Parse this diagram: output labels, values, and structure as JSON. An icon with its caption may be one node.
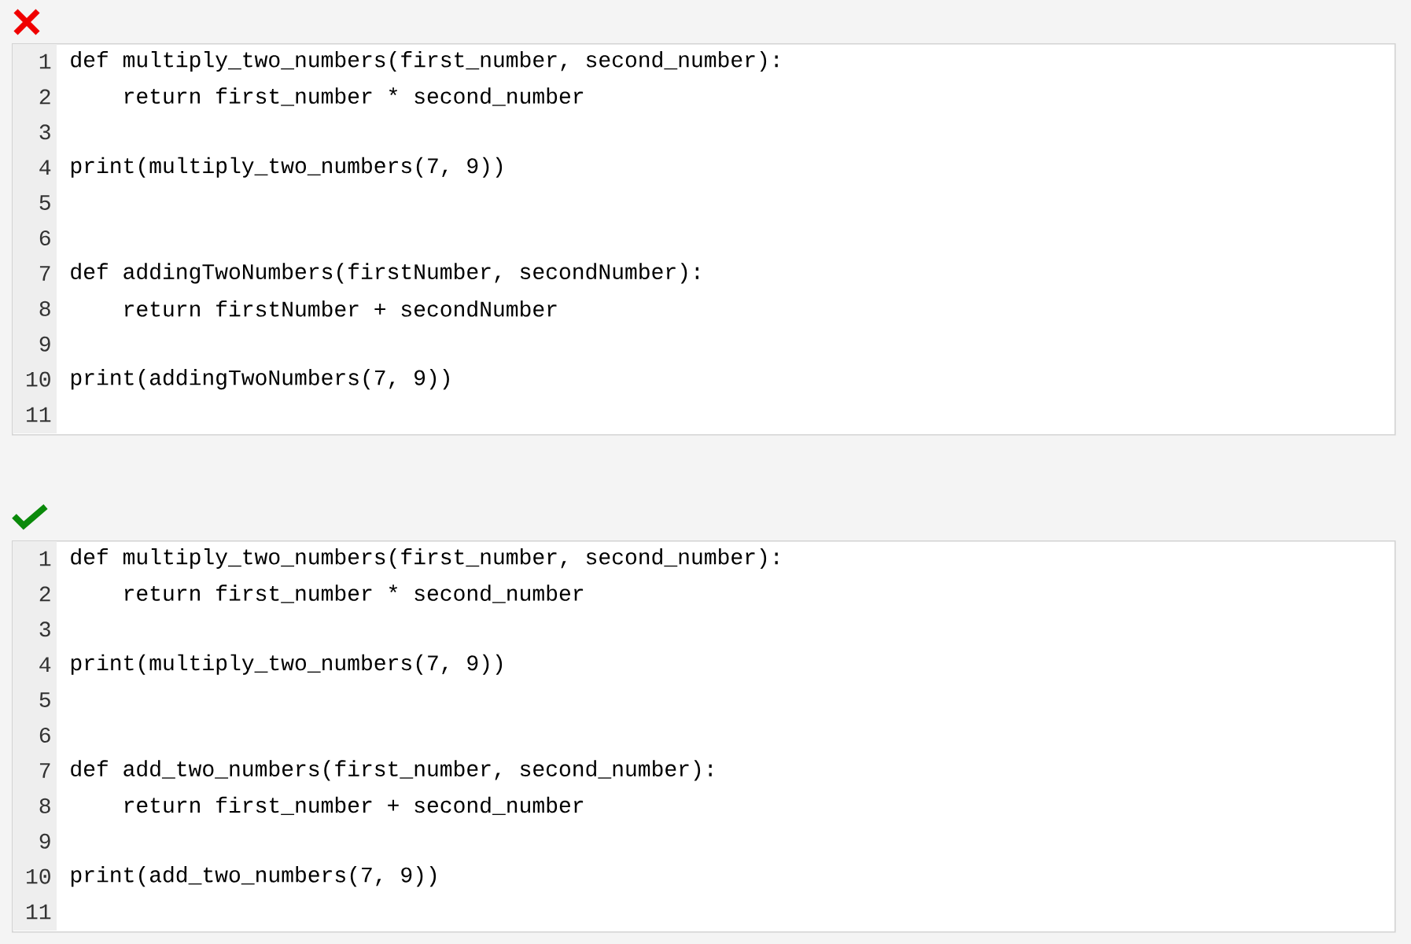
{
  "diagram": {
    "nodes": [
      {
        "text": [
          "def multiply_two_numbers(first_number, second_number):",
          "return first_number * second_number",
          "print(multiply_two_numbers(7, 9))",
          "def addingTwoNumbers(firstNumber, secondNumber):",
          "return firstNumber + secondNumber",
          "print(addingTwoNumbers(7, 9))"
        ]
      },
      {
        "text": [
          "def multiply_two_numbers(first_number, second_number):",
          "return first_number * second_number",
          "print(multiply_two_numbers(7, 9))",
          "def add_two_numbers(first_number, second_number):",
          "return first_number + second_number",
          "print(add_two_numbers(7, 9))"
        ]
      }
    ],
    "labels": [
      "1",
      "2",
      "3",
      "4",
      "5",
      "6",
      "7",
      "8",
      "9",
      "10",
      "11",
      "1",
      "2",
      "3",
      "4",
      "5",
      "6",
      "7",
      "8",
      "9",
      "10",
      "11"
    ]
  }
}
